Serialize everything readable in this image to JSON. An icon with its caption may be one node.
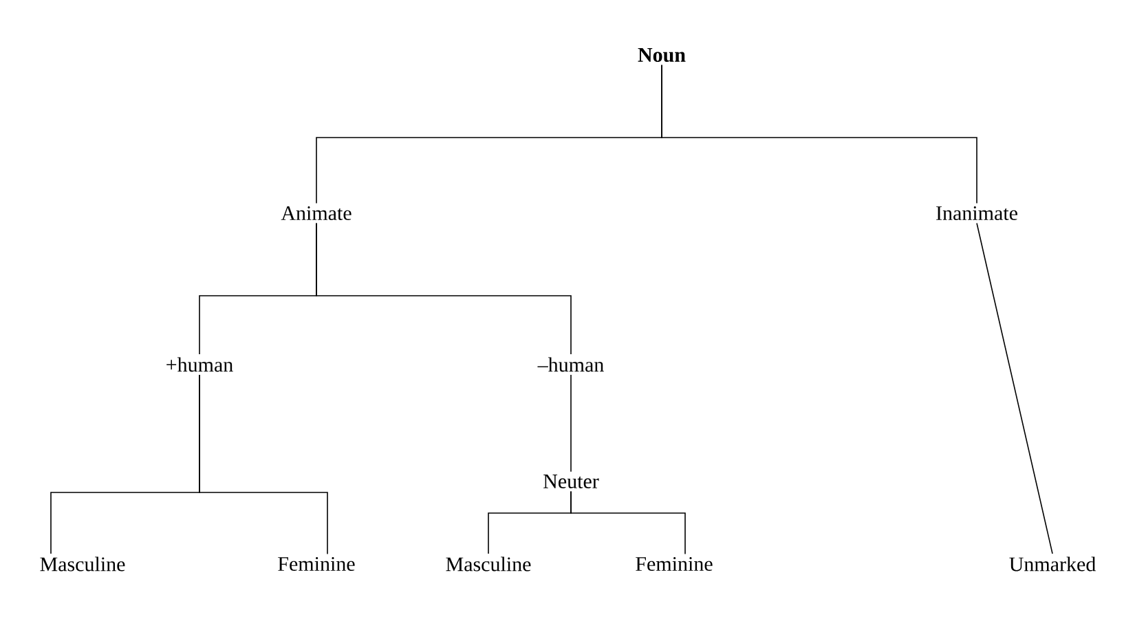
{
  "diagram": {
    "nodes": [
      {
        "text": [
          "Noun"
        ]
      },
      {
        "text": [
          "Animate"
        ]
      },
      {
        "text": [
          "Inanimate"
        ]
      },
      {
        "text": [
          "+human"
        ]
      },
      {
        "text": [
          "–human"
        ]
      },
      {
        "text": [
          "Neuter"
        ]
      },
      {
        "text": [
          "Masculine"
        ]
      },
      {
        "text": [
          "Feminine"
        ]
      },
      {
        "text": [
          "Masculine"
        ]
      },
      {
        "text": [
          "Feminine"
        ]
      },
      {
        "text": [
          "Unmarked"
        ]
      }
    ],
    "edges": [
      {
        "from": 0,
        "to": 1,
        "arrow": "none"
      },
      {
        "from": 0,
        "to": 2,
        "arrow": "none"
      },
      {
        "from": 1,
        "to": 3,
        "arrow": "none"
      },
      {
        "from": 1,
        "to": 4,
        "arrow": "none"
      },
      {
        "from": 4,
        "to": 5,
        "arrow": "none"
      },
      {
        "from": 3,
        "to": 6,
        "arrow": "none"
      },
      {
        "from": 3,
        "to": 7,
        "arrow": "none"
      },
      {
        "from": 5,
        "to": 8,
        "arrow": "none"
      },
      {
        "from": 5,
        "to": 9,
        "arrow": "none"
      },
      {
        "from": 2,
        "to": 10,
        "arrow": "none"
      }
    ]
  }
}
